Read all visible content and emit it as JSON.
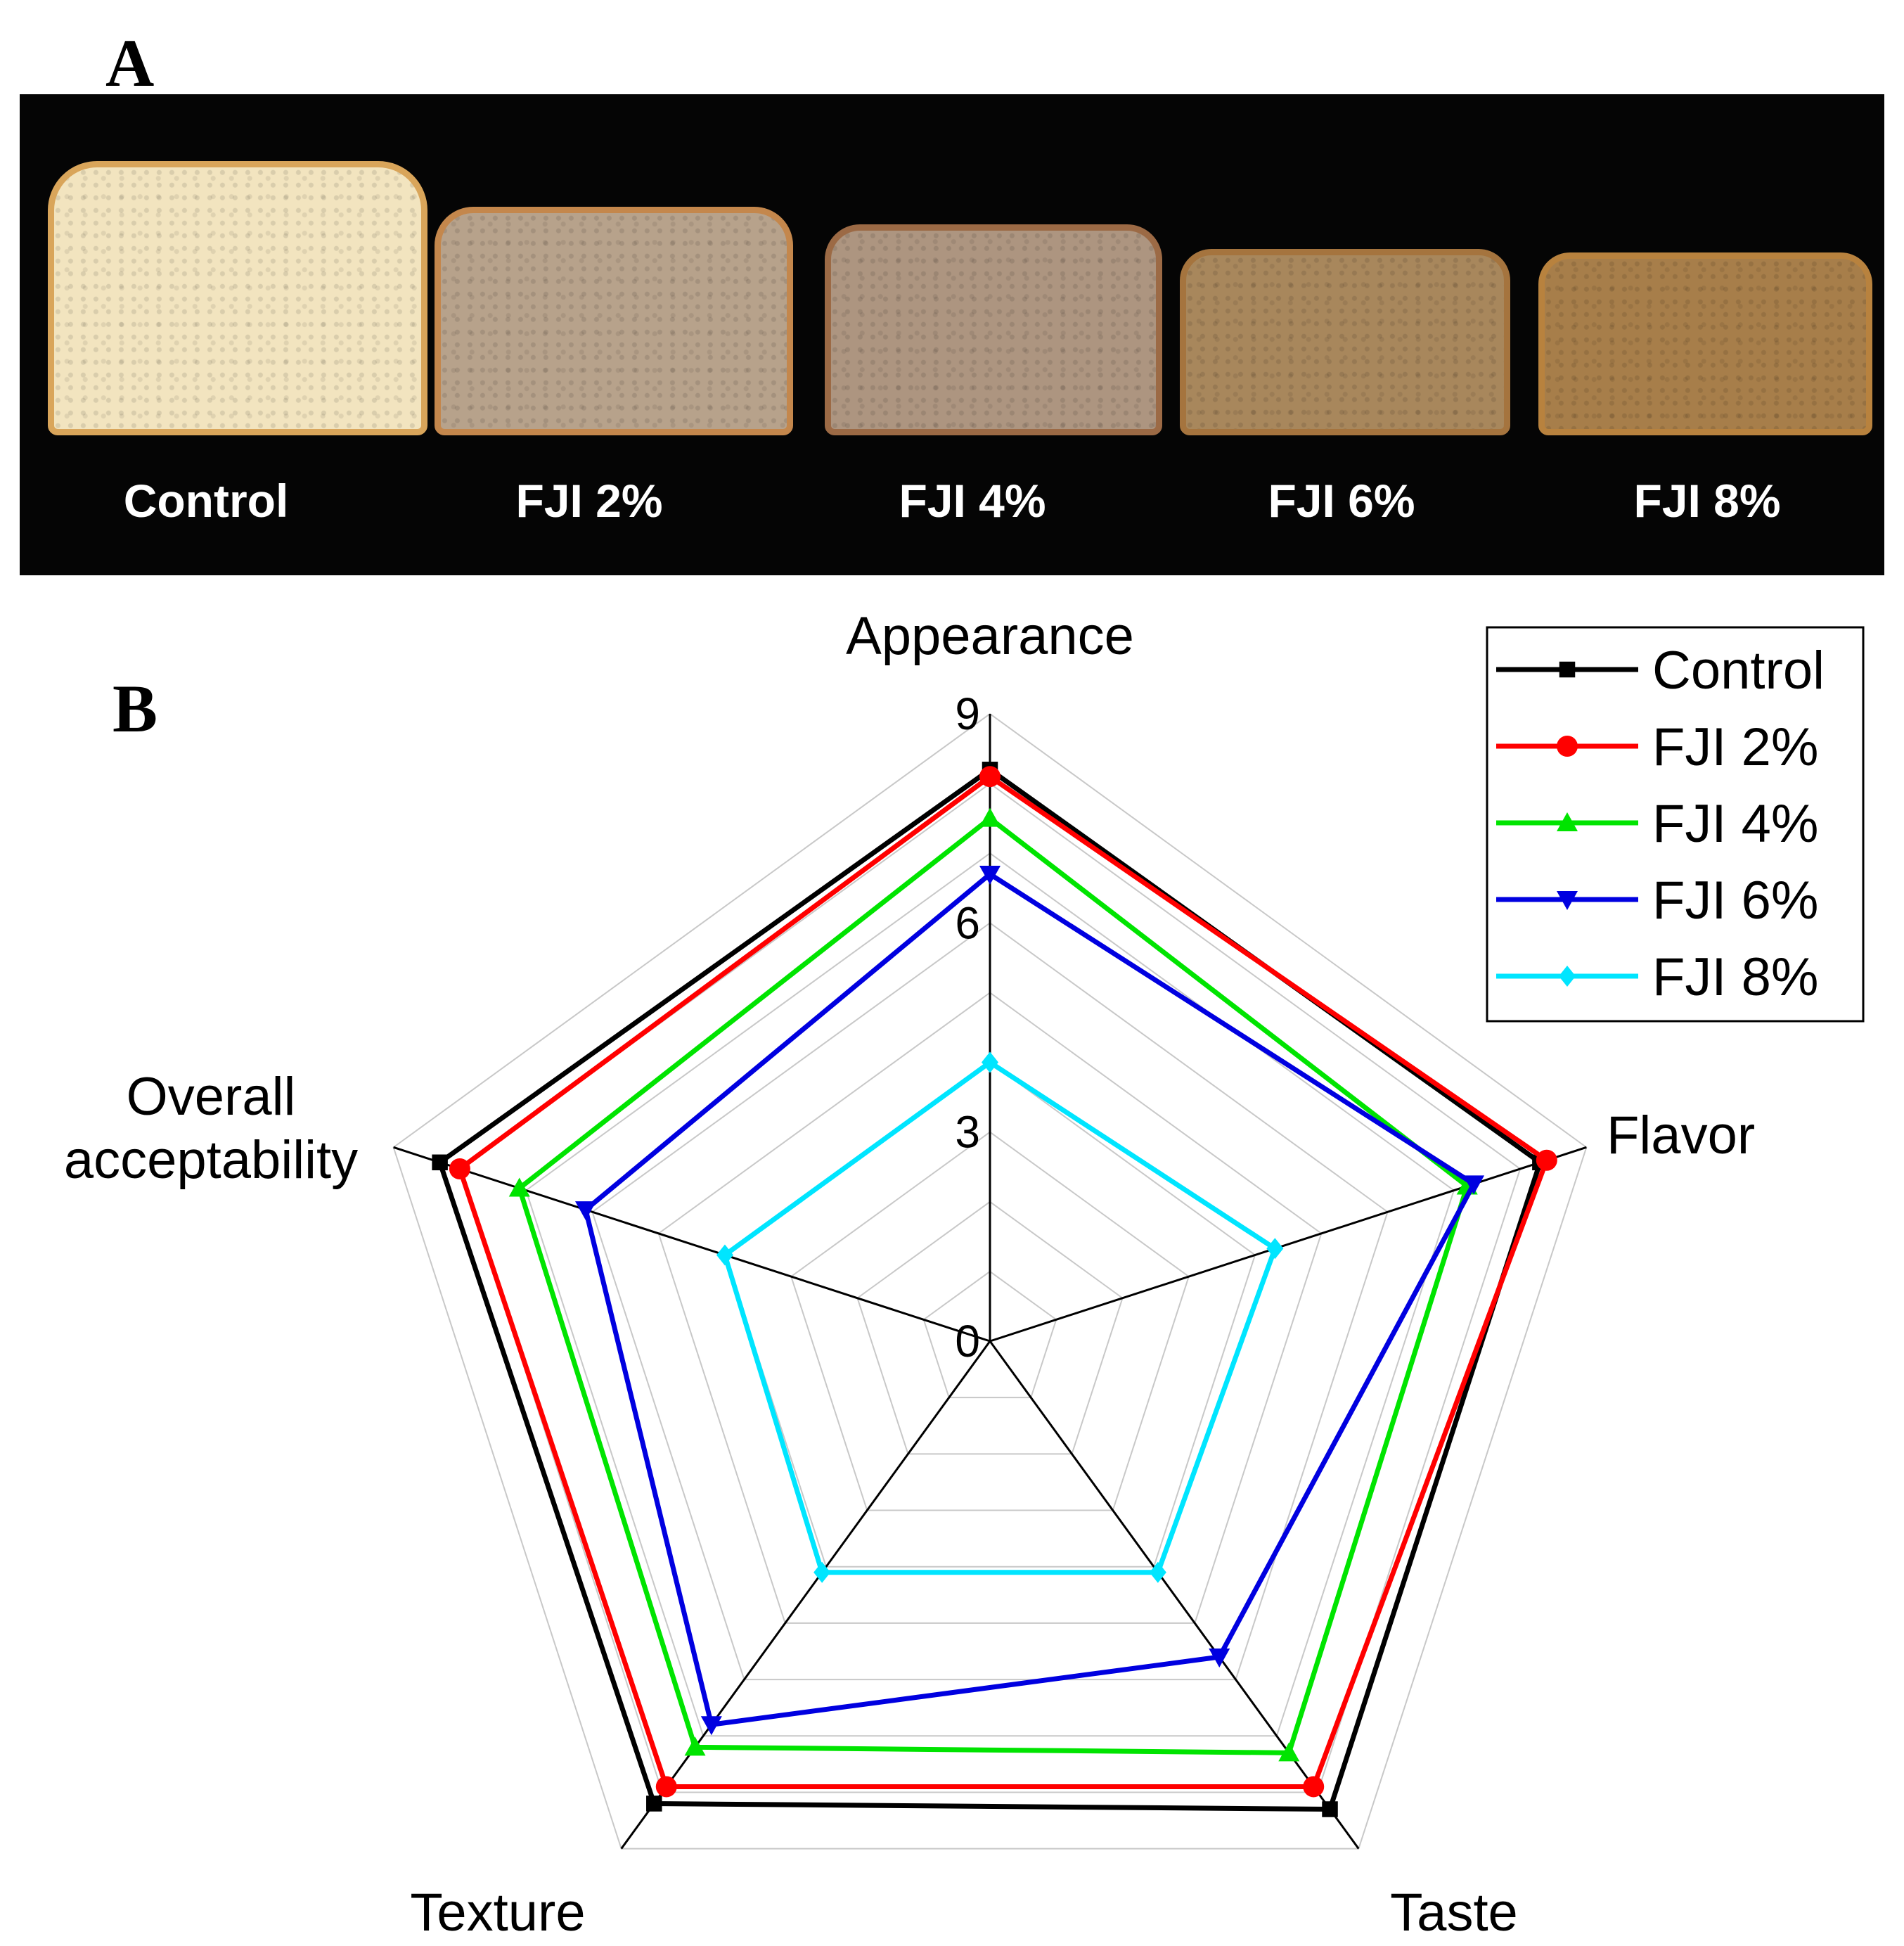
{
  "panels": {
    "a_label": "A",
    "b_label": "B"
  },
  "photo": {
    "samples": [
      {
        "label": "Control",
        "crumb": "#f2e4bf",
        "crust": "#d9a55a"
      },
      {
        "label": "FJI 2%",
        "crumb": "#b7a28b",
        "crust": "#c4874c"
      },
      {
        "label": "FJI 4%",
        "crumb": "#ad9580",
        "crust": "#9c6a45"
      },
      {
        "label": "FJI 6%",
        "crumb": "#a8875c",
        "crust": "#a5743e"
      },
      {
        "label": "FJI 8%",
        "crumb": "#a77e4a",
        "crust": "#b8823e"
      }
    ]
  },
  "chart_data": {
    "type": "radar",
    "axes": [
      "Appearance",
      "Flavor",
      "Taste",
      "Texture",
      "Overall acceptability"
    ],
    "axis_label_lines": [
      [
        "Appearance"
      ],
      [
        "Flavor"
      ],
      [
        "Taste"
      ],
      [
        "Texture"
      ],
      [
        "Overall",
        "acceptability"
      ]
    ],
    "rlim": [
      0,
      9
    ],
    "ticks": [
      0,
      3,
      6,
      9
    ],
    "tick_labels": [
      "0",
      "3",
      "6",
      "9"
    ],
    "grid": true,
    "legend_position": "top-right",
    "series": [
      {
        "name": "Control",
        "color": "#000000",
        "marker": "square",
        "values": [
          8.2,
          8.3,
          8.3,
          8.2,
          8.3
        ]
      },
      {
        "name": "FJI 2%",
        "color": "#ff0000",
        "marker": "circle",
        "values": [
          8.1,
          8.4,
          7.9,
          7.9,
          8.0
        ]
      },
      {
        "name": "FJI 4%",
        "color": "#00e400",
        "marker": "triangle-up",
        "values": [
          7.5,
          7.2,
          7.3,
          7.2,
          7.1
        ]
      },
      {
        "name": "FJI 6%",
        "color": "#0000e0",
        "marker": "triangle-down",
        "values": [
          6.7,
          7.3,
          5.6,
          6.8,
          6.1
        ]
      },
      {
        "name": "FJI 8%",
        "color": "#00e5ff",
        "marker": "diamond",
        "values": [
          4.0,
          4.3,
          4.1,
          4.1,
          4.0
        ]
      }
    ]
  }
}
